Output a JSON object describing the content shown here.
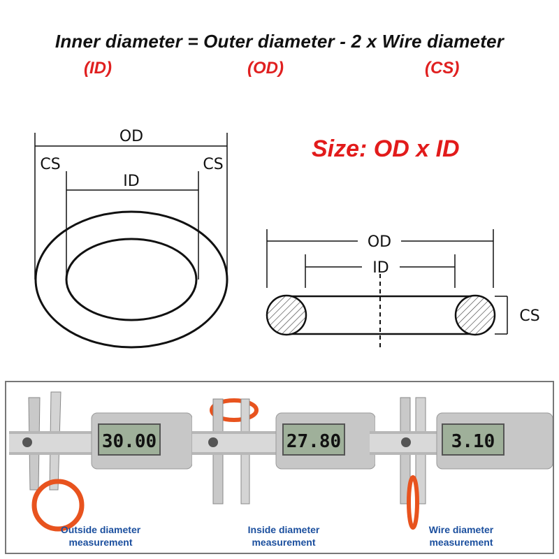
{
  "formula": {
    "text": "Inner diameter = Outer diameter - 2 x Wire diameter",
    "abbr_id": "(ID)",
    "abbr_od": "(OD)",
    "abbr_cs": "(CS)"
  },
  "size_label": "Size:  OD x ID",
  "ring_diagram": {
    "od": "OD",
    "id": "ID",
    "cs_left": "CS",
    "cs_right": "CS"
  },
  "section_diagram": {
    "od": "OD",
    "id": "ID",
    "cs": "CS"
  },
  "photos": [
    {
      "display": "30.00",
      "caption_line1": "Outside diameter",
      "caption_line2": "measurement"
    },
    {
      "display": "27.80",
      "caption_line1": "Inside diameter",
      "caption_line2": "measurement"
    },
    {
      "display": "3.10",
      "caption_line1": "Wire diameter",
      "caption_line2": "measurement"
    }
  ],
  "colors": {
    "red": "#e02020",
    "caption_blue": "#1b4f9e",
    "ring_orange": "#e8531e"
  }
}
